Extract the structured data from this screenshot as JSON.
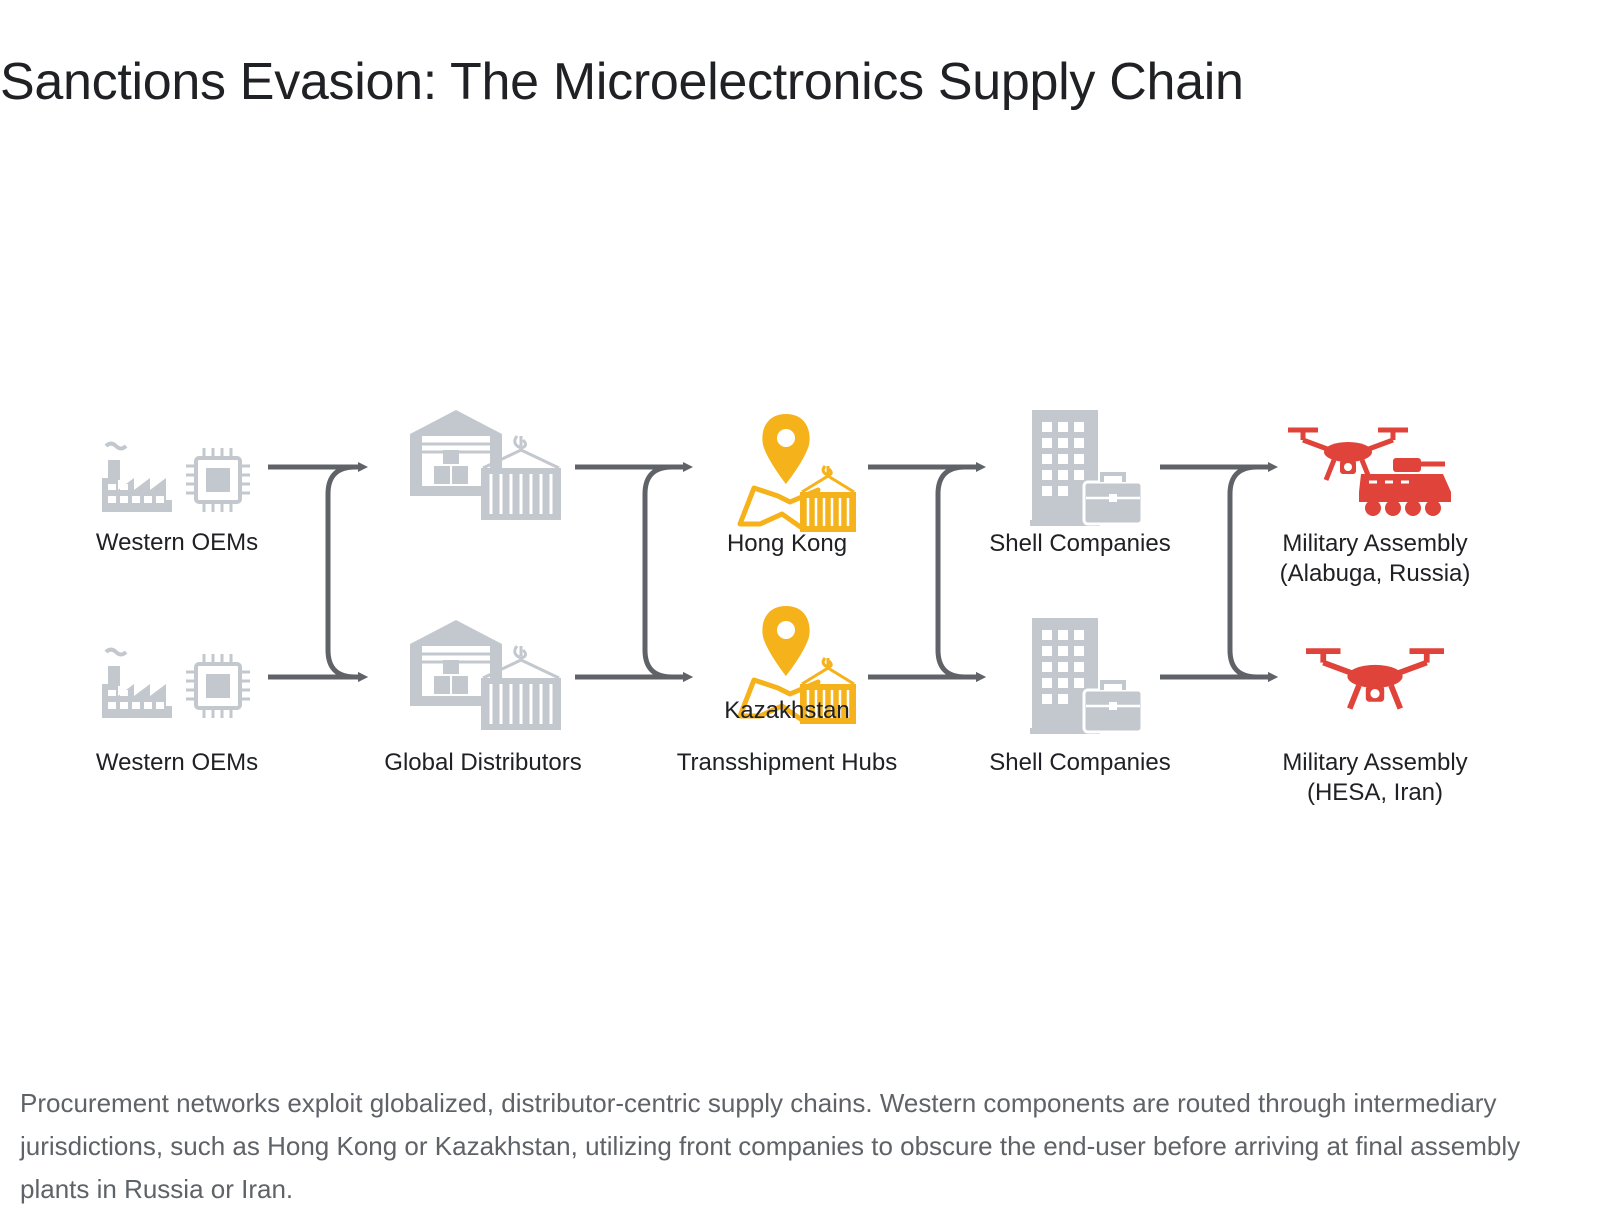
{
  "title": "Sanctions Evasion: The Microelectronics Supply Chain",
  "stages": {
    "oem": {
      "top_label": "Western OEMs",
      "bottom_label": "Western OEMs"
    },
    "distributors": {
      "label": "Global Distributors"
    },
    "hubs": {
      "top_label": "Hong Kong",
      "bottom_inline_label": "Kazakhstan",
      "label": "Transshipment Hubs"
    },
    "shells": {
      "top_label": "Shell Companies",
      "bottom_label": "Shell Companies"
    },
    "military": {
      "top_label_line1": "Military Assembly",
      "top_label_line2": "(Alabuga, Russia)",
      "bottom_label_line1": "Military Assembly",
      "bottom_label_line2": "(HESA, Iran)"
    }
  },
  "colors": {
    "gray_icon": "#c2c8ce",
    "arrow": "#5f6368",
    "hub": "#f6b21a",
    "military": "#e0433a"
  },
  "icons": [
    "factory-icon",
    "chip-icon",
    "warehouse-icon",
    "container-icon",
    "location-pin-icon",
    "map-icon",
    "office-building-icon",
    "briefcase-icon",
    "drone-icon",
    "tank-icon"
  ],
  "caption": "Procurement networks exploit globalized, distributor-centric supply chains. Western components are routed through intermediary jurisdictions, such as Hong Kong or Kazakhstan, utilizing front companies to obscure the end-user before arriving at final assembly plants in Russia or Iran."
}
